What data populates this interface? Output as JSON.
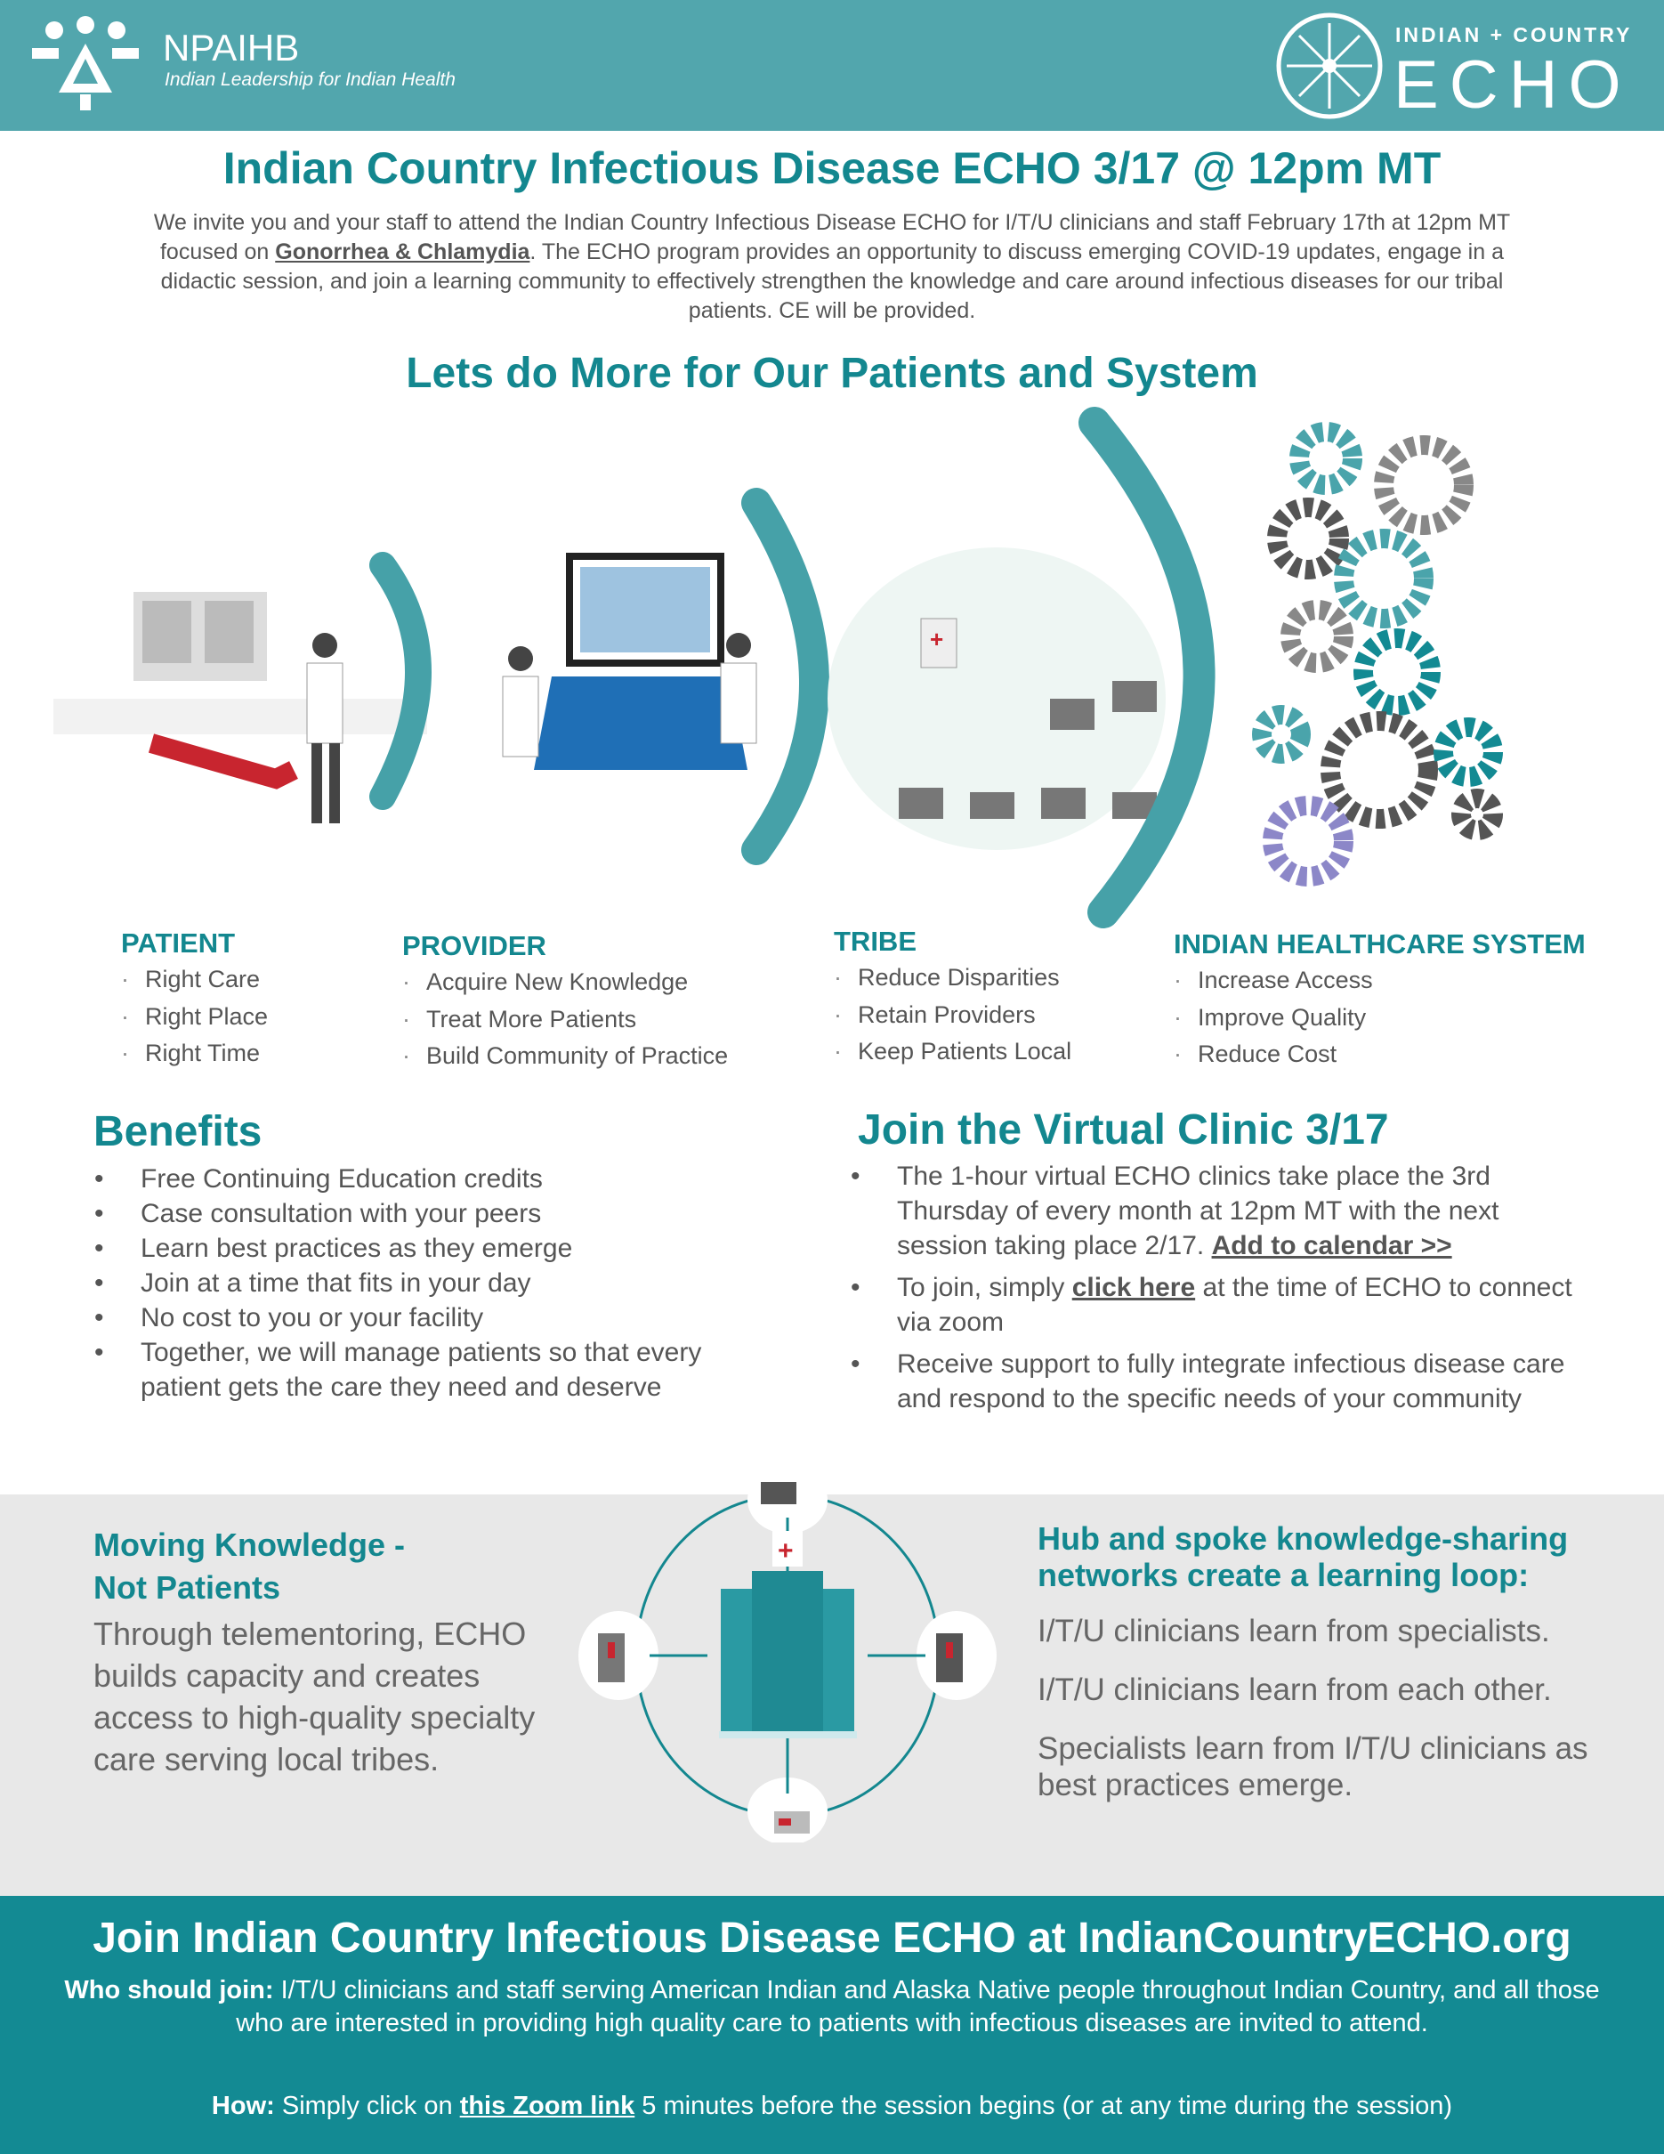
{
  "header": {
    "org_name": "NPAIHB",
    "org_tagline": "Indian Leadership for Indian Health",
    "echo_top": "INDIAN + COUNTRY",
    "echo_word": "ECHO"
  },
  "title": "Indian Country Infectious Disease ECHO 3/17 @ 12pm MT",
  "intro": {
    "part1": "We invite you and your staff to attend the Indian Country Infectious Disease ECHO for I/T/U clinicians and staff February 17th at 12pm MT focused on ",
    "topic": "Gonorrhea & Chlamydia",
    "part2": ".  The ECHO program provides an opportunity to discuss emerging COVID-19 updates, engage in a didactic session, and join a learning community to effectively strengthen the knowledge and care around infectious diseases for our tribal patients. CE will be provided."
  },
  "subtitle": "Lets do More for Our Patients and System",
  "columns": [
    {
      "heading": "PATIENT",
      "items": [
        "Right Care",
        "Right Place",
        "Right Time"
      ]
    },
    {
      "heading": "PROVIDER",
      "items": [
        "Acquire New Knowledge",
        "Treat More Patients",
        "Build Community of Practice"
      ]
    },
    {
      "heading": "TRIBE",
      "items": [
        "Reduce Disparities",
        "Retain Providers",
        "Keep Patients Local"
      ]
    },
    {
      "heading": "INDIAN HEALTHCARE SYSTEM",
      "items": [
        "Increase Access",
        "Improve Quality",
        "Reduce Cost"
      ]
    }
  ],
  "benefits": {
    "heading": "Benefits",
    "items": [
      "Free Continuing Education credits",
      "Case consultation with your peers",
      "Learn best practices as they emerge",
      "Join at a time that fits in your day",
      "No cost to you or your facility",
      "Together, we will manage patients so that every patient gets the care they need and deserve"
    ]
  },
  "clinic": {
    "heading": "Join the Virtual Clinic 3/17",
    "item1": "The 1-hour virtual ECHO clinics take place the 3rd Thursday of every month at 12pm MT with the next session taking place 2/17. ",
    "calendar_link": "Add to calendar >>",
    "item2a": "To join, simply ",
    "click_here": "click here",
    "item2b": " at the time of ECHO to connect via zoom",
    "item3": "Receive support to fully integrate infectious disease care and respond to the specific needs of your community"
  },
  "moving": {
    "heading1": "Moving Knowledge -",
    "heading2": "Not Patients",
    "body": "Through telementoring, ECHO builds capacity and creates access to high-quality specialty care serving local tribes."
  },
  "hub": {
    "heading": "Hub and spoke knowledge-sharing networks create a learning loop:",
    "lines": [
      "I/T/U clinicians learn from specialists.",
      "I/T/U clinicians learn from each other.",
      "Specialists learn from I/T/U clinicians as best practices emerge."
    ]
  },
  "footer": {
    "heading": "Join Indian Country Infectious Disease ECHO at IndianCountryECHO.org",
    "who_label": "Who should join:",
    "who_text": " I/T/U clinicians and staff serving American Indian and Alaska Native people throughout Indian Country, and all those who are interested in providing high quality care to patients with infectious diseases are invited to attend.",
    "how_label": "How:",
    "how_a": " Simply click on ",
    "zoom_link": "this Zoom link",
    "how_b": " 5 minutes before the session begins (or at any time during the session)"
  },
  "colors": {
    "teal": "#13878f",
    "header": "#52a6ad",
    "footer": "#138a93",
    "gray": "#e8e8e8"
  }
}
